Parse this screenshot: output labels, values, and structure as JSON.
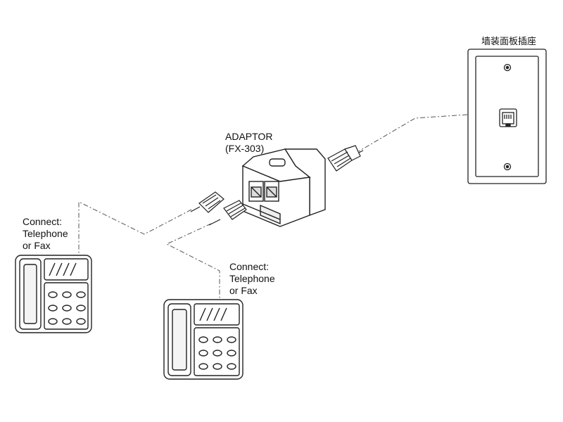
{
  "wall_plate": {
    "label": "墙装面板插座"
  },
  "adaptor": {
    "name": "ADAPTOR",
    "model": "(FX-303)"
  },
  "device_left": {
    "line1": "Connect:",
    "line2": "Telephone",
    "line3": "or Fax"
  },
  "device_right": {
    "line1": "Connect:",
    "line2": "Telephone",
    "line3": "or Fax"
  },
  "colors": {
    "stroke": "#222222",
    "dashed": "#555555",
    "plate_fill": "#ffffff"
  }
}
